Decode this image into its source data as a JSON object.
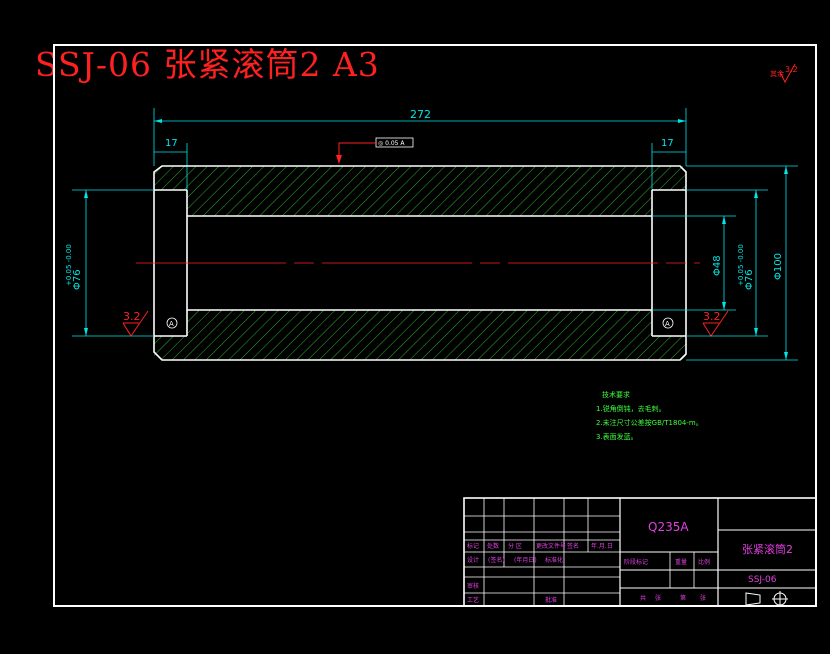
{
  "title": "SSJ-06 张紧滚筒2 A3",
  "roughness_general": "3.2",
  "dimensions": {
    "overall_length": "272",
    "left_bore_depth": "17",
    "right_bore_depth": "17",
    "left_bore_dia": "Φ76",
    "left_bore_tol": "+0.05 -0.00",
    "right_bore_dia": "Φ76",
    "right_bore_tol": "+0.05 -0.00",
    "inner_dia": "Φ48",
    "outer_dia": "Φ100",
    "roughness_left": "3.2",
    "roughness_right": "3.2",
    "datum_label": "A",
    "tolerance_frame": "◎ 0.05 A"
  },
  "notes": {
    "heading": "技术要求",
    "items": [
      "1.锐角倒钝，去毛刺。",
      "2.未注尺寸公差按GB/T1804-m。",
      "3.表面发蓝。"
    ]
  },
  "title_block": {
    "material": "Q235A",
    "part_name": "张紧滚筒2",
    "drawing_no": "SSJ-06",
    "row_labels_1": [
      "标记",
      "处数",
      "分 区",
      "更改文件号",
      "签名",
      "年.月.日"
    ],
    "row_labels_2": [
      "设计",
      "(签名)",
      "(年月日)",
      "标准化"
    ],
    "row_labels_3": [
      "审核"
    ],
    "row_labels_4": [
      "工艺",
      "批准"
    ],
    "stage_labels": [
      "阶段标记",
      "重量",
      "比例"
    ],
    "sheet_labels": [
      "共",
      "张",
      "第",
      "张"
    ]
  },
  "colors": {
    "frame": "#ffffff",
    "hatch": "#3cff3c",
    "dimension": "#00e5e5",
    "centerline": "#ff2020",
    "title_text": "#ff2020",
    "block_text": "#e040e0"
  }
}
